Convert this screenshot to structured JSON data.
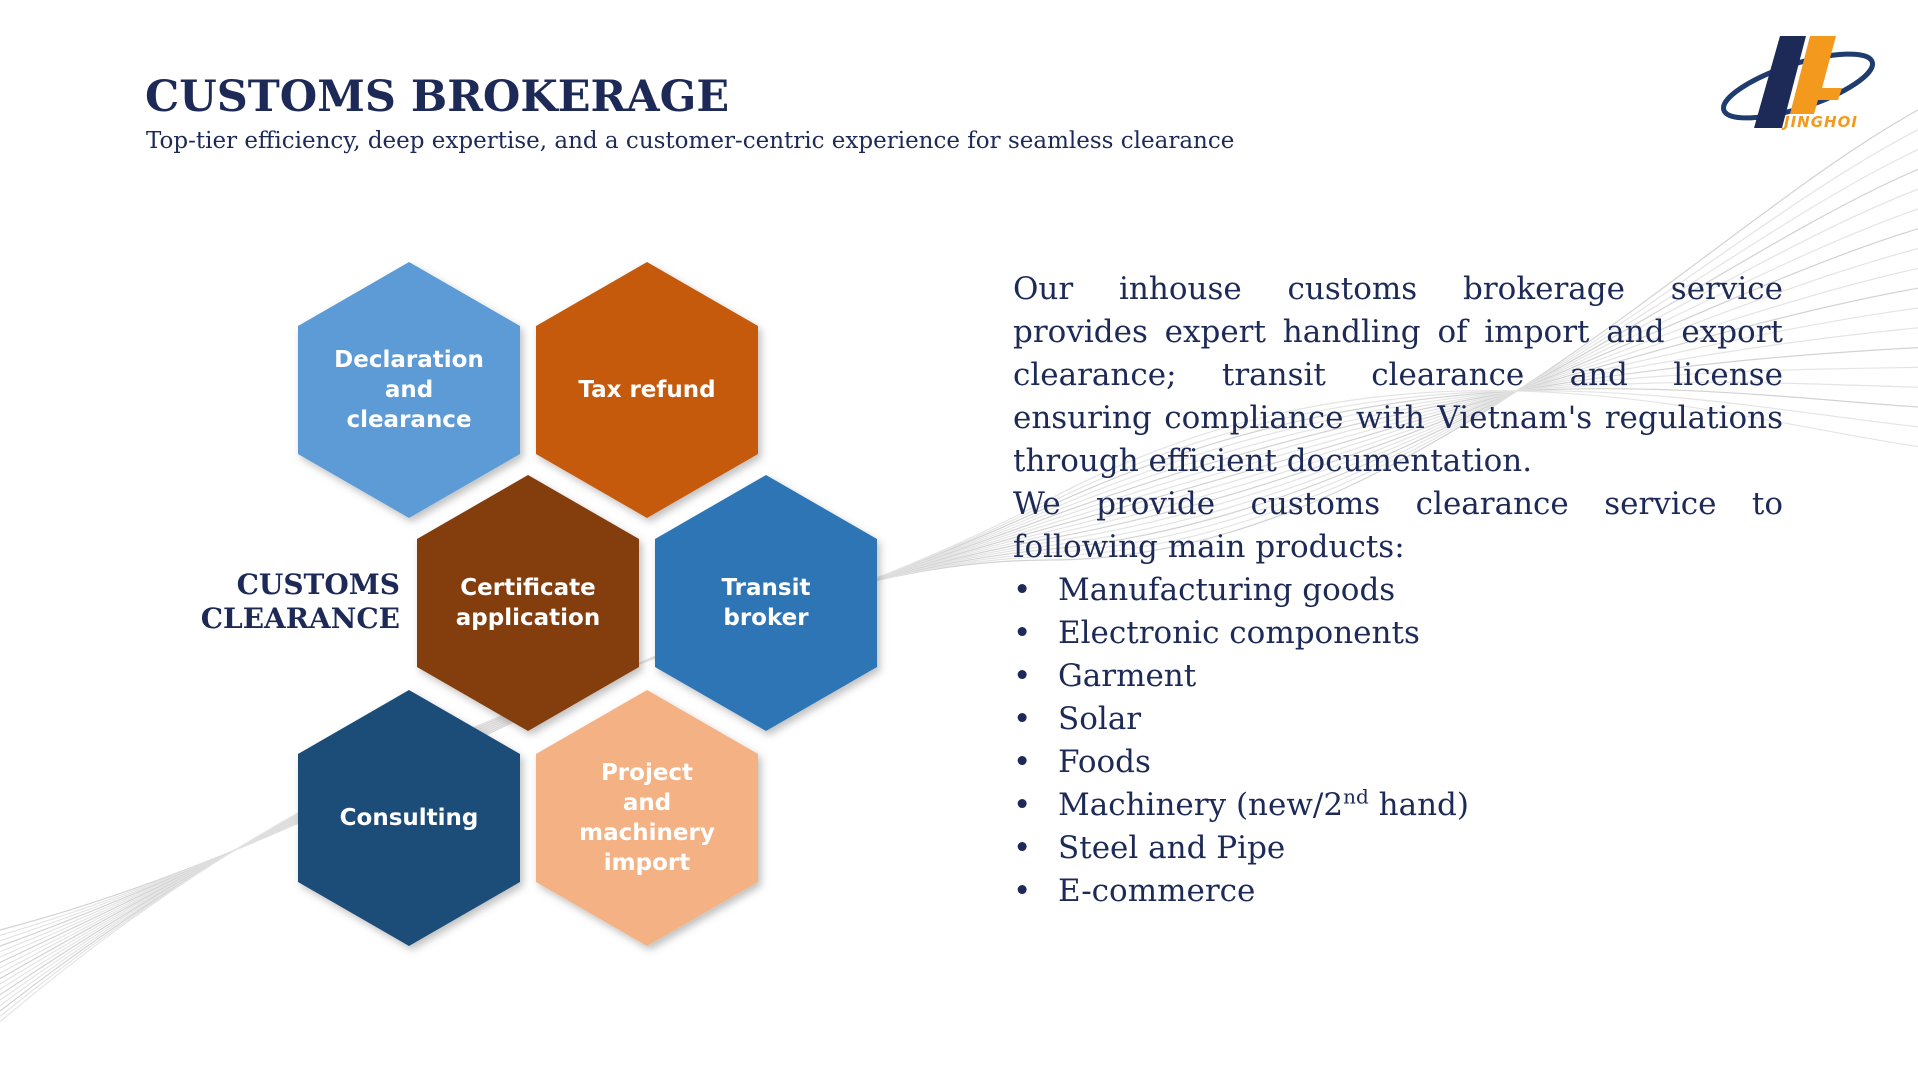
{
  "header": {
    "title": "CUSTOMS BROKERAGE",
    "subtitle": "Top-tier efficiency, deep expertise, and a customer-centric experience for seamless clearance"
  },
  "logo": {
    "text": "JINGHOI",
    "colors": {
      "navy": "#1d2a57",
      "orange": "#f39a1e",
      "ring": "#1f3c6e"
    }
  },
  "diagram": {
    "side_label_line1": "CUSTOMS",
    "side_label_line2": "CLEARANCE",
    "hexagons": [
      {
        "lines": [
          "Declaration",
          "and",
          "clearance"
        ],
        "color": "#5b9bd5"
      },
      {
        "lines": [
          "Tax refund"
        ],
        "color": "#c55a11"
      },
      {
        "lines": [
          "Certificate",
          "application"
        ],
        "color": "#843c0c"
      },
      {
        "lines": [
          "Transit",
          "broker"
        ],
        "color": "#2e75b6"
      },
      {
        "lines": [
          "Consulting"
        ],
        "color": "#1f4e79"
      },
      {
        "lines": [
          "Project",
          "and",
          "machinery",
          "import"
        ],
        "color": "#f4b183"
      }
    ]
  },
  "content": {
    "para1": "Our inhouse customs brokerage service provides expert handling of import and export clearance; transit clearance and license ensuring compliance with Vietnam's regulations through efficient documentation.",
    "para2": "We provide customs clearance service to following main products:",
    "products": {
      "manufacturing": "Manufacturing goods",
      "electronic": "Electronic components",
      "garment": "Garment",
      "solar": "Solar",
      "foods": "Foods",
      "machinery_pre": "Machinery (new/2",
      "machinery_sup": "nd",
      "machinery_post": " hand)",
      "steel": "Steel and Pipe",
      "ecommerce": "E-commerce"
    }
  }
}
